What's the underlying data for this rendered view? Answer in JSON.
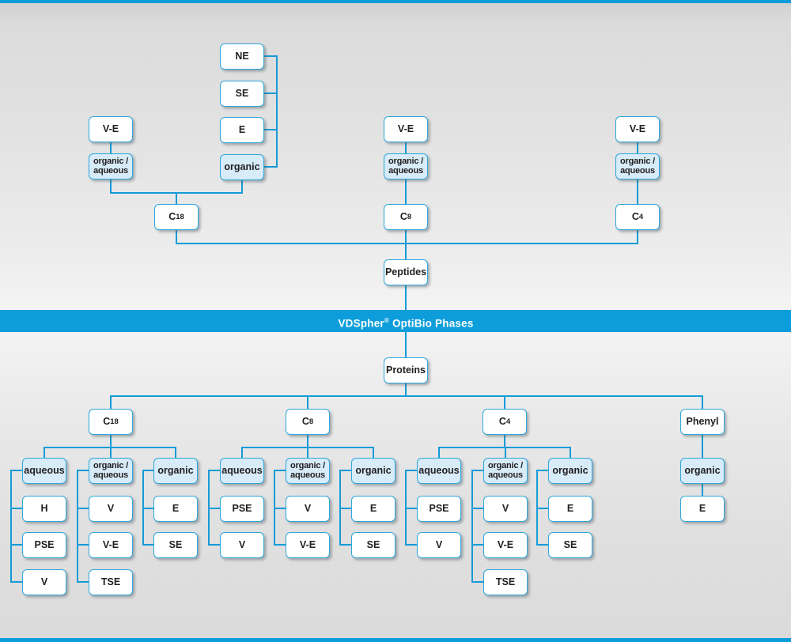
{
  "banner": {
    "label": "VDSpher® OptiBio Phases"
  },
  "colors": {
    "accent_blue": "#0d9dda",
    "connector_blue": "#149bd7",
    "node_border_blue": "#2ea7dc",
    "node_highlight_fill": "#d7ebf8",
    "node_fill": "#ffffff",
    "background_gray": "#dcdcdc",
    "text_dark": "#232021"
  },
  "branches": {
    "top_root": "Peptides",
    "bottom_root": "Proteins"
  },
  "nodes": [
    {
      "id": "p-ne",
      "label": "NE",
      "fill": "white",
      "branch": "Peptides",
      "parent": "p-organic"
    },
    {
      "id": "p-se",
      "label": "SE",
      "fill": "white",
      "branch": "Peptides",
      "parent": "p-organic"
    },
    {
      "id": "p-e",
      "label": "E",
      "fill": "white",
      "branch": "Peptides",
      "parent": "p-organic"
    },
    {
      "id": "p-organic",
      "label": "organic",
      "fill": "blue",
      "branch": "Peptides",
      "parent": "p-c18"
    },
    {
      "id": "p-ve-1",
      "label": "V-E",
      "fill": "white",
      "branch": "Peptides",
      "parent": "p-orgaq-1"
    },
    {
      "id": "p-orgaq-1",
      "label": "organic /\naqueous",
      "fill": "blue",
      "branch": "Peptides",
      "parent": "p-c18"
    },
    {
      "id": "p-c18",
      "label": "C18",
      "fill": "white",
      "chem": true,
      "branch": "Peptides",
      "parent": "peptides"
    },
    {
      "id": "p-ve-2",
      "label": "V-E",
      "fill": "white",
      "branch": "Peptides",
      "parent": "p-orgaq-2"
    },
    {
      "id": "p-orgaq-2",
      "label": "organic /\naqueous",
      "fill": "blue",
      "branch": "Peptides",
      "parent": "p-c8"
    },
    {
      "id": "p-c8",
      "label": "C8",
      "fill": "white",
      "chem": true,
      "branch": "Peptides",
      "parent": "peptides"
    },
    {
      "id": "p-ve-3",
      "label": "V-E",
      "fill": "white",
      "branch": "Peptides",
      "parent": "p-orgaq-3"
    },
    {
      "id": "p-orgaq-3",
      "label": "organic /\naqueous",
      "fill": "blue",
      "branch": "Peptides",
      "parent": "p-c4"
    },
    {
      "id": "p-c4",
      "label": "C4",
      "fill": "white",
      "chem": true,
      "branch": "Peptides",
      "parent": "peptides"
    },
    {
      "id": "peptides",
      "label": "Peptides",
      "fill": "white",
      "branch": "Peptides",
      "parent": null
    },
    {
      "id": "proteins",
      "label": "Proteins",
      "fill": "white",
      "branch": "Proteins",
      "parent": null
    },
    {
      "id": "pr-c18",
      "label": "C18",
      "fill": "white",
      "chem": true,
      "branch": "Proteins",
      "parent": "proteins"
    },
    {
      "id": "pr-c8",
      "label": "C8",
      "fill": "white",
      "chem": true,
      "branch": "Proteins",
      "parent": "proteins"
    },
    {
      "id": "pr-c4",
      "label": "C4",
      "fill": "white",
      "chem": true,
      "branch": "Proteins",
      "parent": "proteins"
    },
    {
      "id": "pr-phenyl",
      "label": "Phenyl",
      "fill": "white",
      "branch": "Proteins",
      "parent": "proteins"
    },
    {
      "id": "pr-c18-aqueous",
      "label": "aqueous",
      "fill": "blue",
      "branch": "Proteins",
      "parent": "pr-c18"
    },
    {
      "id": "pr-c18-orgaq",
      "label": "organic /\naqueous",
      "fill": "blue",
      "branch": "Proteins",
      "parent": "pr-c18"
    },
    {
      "id": "pr-c18-organic",
      "label": "organic",
      "fill": "blue",
      "branch": "Proteins",
      "parent": "pr-c18"
    },
    {
      "id": "pr-c18-h",
      "label": "H",
      "fill": "white",
      "branch": "Proteins",
      "parent": "pr-c18-aqueous"
    },
    {
      "id": "pr-c18-pse",
      "label": "PSE",
      "fill": "white",
      "branch": "Proteins",
      "parent": "pr-c18-aqueous"
    },
    {
      "id": "pr-c18-v",
      "label": "V",
      "fill": "white",
      "branch": "Proteins",
      "parent": "pr-c18-aqueous"
    },
    {
      "id": "pr-c18-oa-v",
      "label": "V",
      "fill": "white",
      "branch": "Proteins",
      "parent": "pr-c18-orgaq"
    },
    {
      "id": "pr-c18-oa-ve",
      "label": "V-E",
      "fill": "white",
      "branch": "Proteins",
      "parent": "pr-c18-orgaq"
    },
    {
      "id": "pr-c18-oa-tse",
      "label": "TSE",
      "fill": "white",
      "branch": "Proteins",
      "parent": "pr-c18-orgaq"
    },
    {
      "id": "pr-c18-org-e",
      "label": "E",
      "fill": "white",
      "branch": "Proteins",
      "parent": "pr-c18-organic"
    },
    {
      "id": "pr-c18-org-se",
      "label": "SE",
      "fill": "white",
      "branch": "Proteins",
      "parent": "pr-c18-organic"
    },
    {
      "id": "pr-c8-aqueous",
      "label": "aqueous",
      "fill": "blue",
      "branch": "Proteins",
      "parent": "pr-c8"
    },
    {
      "id": "pr-c8-orgaq",
      "label": "organic /\naqueous",
      "fill": "blue",
      "branch": "Proteins",
      "parent": "pr-c8"
    },
    {
      "id": "pr-c8-organic",
      "label": "organic",
      "fill": "blue",
      "branch": "Proteins",
      "parent": "pr-c8"
    },
    {
      "id": "pr-c8-pse",
      "label": "PSE",
      "fill": "white",
      "branch": "Proteins",
      "parent": "pr-c8-aqueous"
    },
    {
      "id": "pr-c8-v",
      "label": "V",
      "fill": "white",
      "branch": "Proteins",
      "parent": "pr-c8-aqueous"
    },
    {
      "id": "pr-c8-oa-v",
      "label": "V",
      "fill": "white",
      "branch": "Proteins",
      "parent": "pr-c8-orgaq"
    },
    {
      "id": "pr-c8-oa-ve",
      "label": "V-E",
      "fill": "white",
      "branch": "Proteins",
      "parent": "pr-c8-orgaq"
    },
    {
      "id": "pr-c8-org-e",
      "label": "E",
      "fill": "white",
      "branch": "Proteins",
      "parent": "pr-c8-organic"
    },
    {
      "id": "pr-c8-org-se",
      "label": "SE",
      "fill": "white",
      "branch": "Proteins",
      "parent": "pr-c8-organic"
    },
    {
      "id": "pr-c4-aqueous",
      "label": "aqueous",
      "fill": "blue",
      "branch": "Proteins",
      "parent": "pr-c4"
    },
    {
      "id": "pr-c4-orgaq",
      "label": "organic /\naqueous",
      "fill": "blue",
      "branch": "Proteins",
      "parent": "pr-c4"
    },
    {
      "id": "pr-c4-organic",
      "label": "organic",
      "fill": "blue",
      "branch": "Proteins",
      "parent": "pr-c4"
    },
    {
      "id": "pr-c4-pse",
      "label": "PSE",
      "fill": "white",
      "branch": "Proteins",
      "parent": "pr-c4-aqueous"
    },
    {
      "id": "pr-c4-v",
      "label": "V",
      "fill": "white",
      "branch": "Proteins",
      "parent": "pr-c4-aqueous"
    },
    {
      "id": "pr-c4-oa-v",
      "label": "V",
      "fill": "white",
      "branch": "Proteins",
      "parent": "pr-c4-orgaq"
    },
    {
      "id": "pr-c4-oa-ve",
      "label": "V-E",
      "fill": "white",
      "branch": "Proteins",
      "parent": "pr-c4-orgaq"
    },
    {
      "id": "pr-c4-oa-tse",
      "label": "TSE",
      "fill": "white",
      "branch": "Proteins",
      "parent": "pr-c4-orgaq"
    },
    {
      "id": "pr-c4-org-e",
      "label": "E",
      "fill": "white",
      "branch": "Proteins",
      "parent": "pr-c4-organic"
    },
    {
      "id": "pr-c4-org-se",
      "label": "SE",
      "fill": "white",
      "branch": "Proteins",
      "parent": "pr-c4-organic"
    },
    {
      "id": "pr-ph-organic",
      "label": "organic",
      "fill": "blue",
      "branch": "Proteins",
      "parent": "pr-phenyl"
    },
    {
      "id": "pr-ph-e",
      "label": "E",
      "fill": "white",
      "branch": "Proteins",
      "parent": "pr-ph-organic"
    }
  ]
}
